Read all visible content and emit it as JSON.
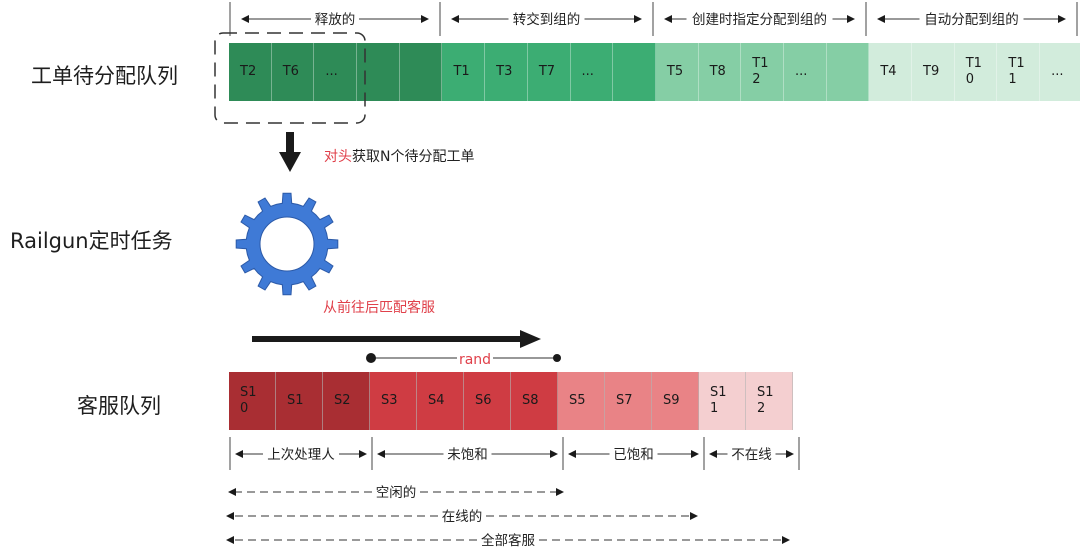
{
  "labels": {
    "ticket_queue": "工单待分配队列",
    "railgun": "Railgun定时任务",
    "agent_queue": "客服队列"
  },
  "ticket_queue": {
    "segments": [
      {
        "label": "释放的",
        "color": "#2e8b57",
        "cells": [
          "T2",
          "T6",
          "...",
          "",
          ""
        ]
      },
      {
        "label": "转交到组的",
        "color": "#3cad73",
        "cells": [
          "T1",
          "T3",
          "T7",
          "...",
          ""
        ]
      },
      {
        "label": "创建时指定分配到组的",
        "color": "#85cea5",
        "cells": [
          "T5",
          "T8",
          "T1\n2",
          "...",
          ""
        ]
      },
      {
        "label": "自动分配到组的",
        "color": "#d2ecdc",
        "cells": [
          "T4",
          "T9",
          "T1\n0",
          "T1\n1",
          "..."
        ]
      }
    ]
  },
  "annotations": {
    "fetch_prefix": "对头",
    "fetch_rest": "获取N个待分配工单",
    "match": "从前往后匹配客服",
    "rand": "rand"
  },
  "agent_queue": {
    "segments": [
      {
        "label": "上次处理人",
        "color": "#a92e33",
        "cells": [
          "S1\n0",
          "S1",
          "S2"
        ]
      },
      {
        "label": "未饱和",
        "color": "#cf3c43",
        "cells": [
          "S3",
          "S4",
          "S6",
          "S8"
        ]
      },
      {
        "label": "已饱和",
        "color": "#e98386",
        "cells": [
          "S5",
          "S7",
          "S9"
        ]
      },
      {
        "label": "不在线",
        "color": "#f4cfd0",
        "cells": [
          "S1\n1",
          "S1\n2"
        ]
      }
    ],
    "groups": [
      {
        "label": "空闲的"
      },
      {
        "label": "在线的"
      },
      {
        "label": "全部客服"
      }
    ]
  },
  "colors": {
    "gear": "#3f7ad6",
    "accent_red": "#e0404a",
    "arrow": "#1a1a1a"
  }
}
